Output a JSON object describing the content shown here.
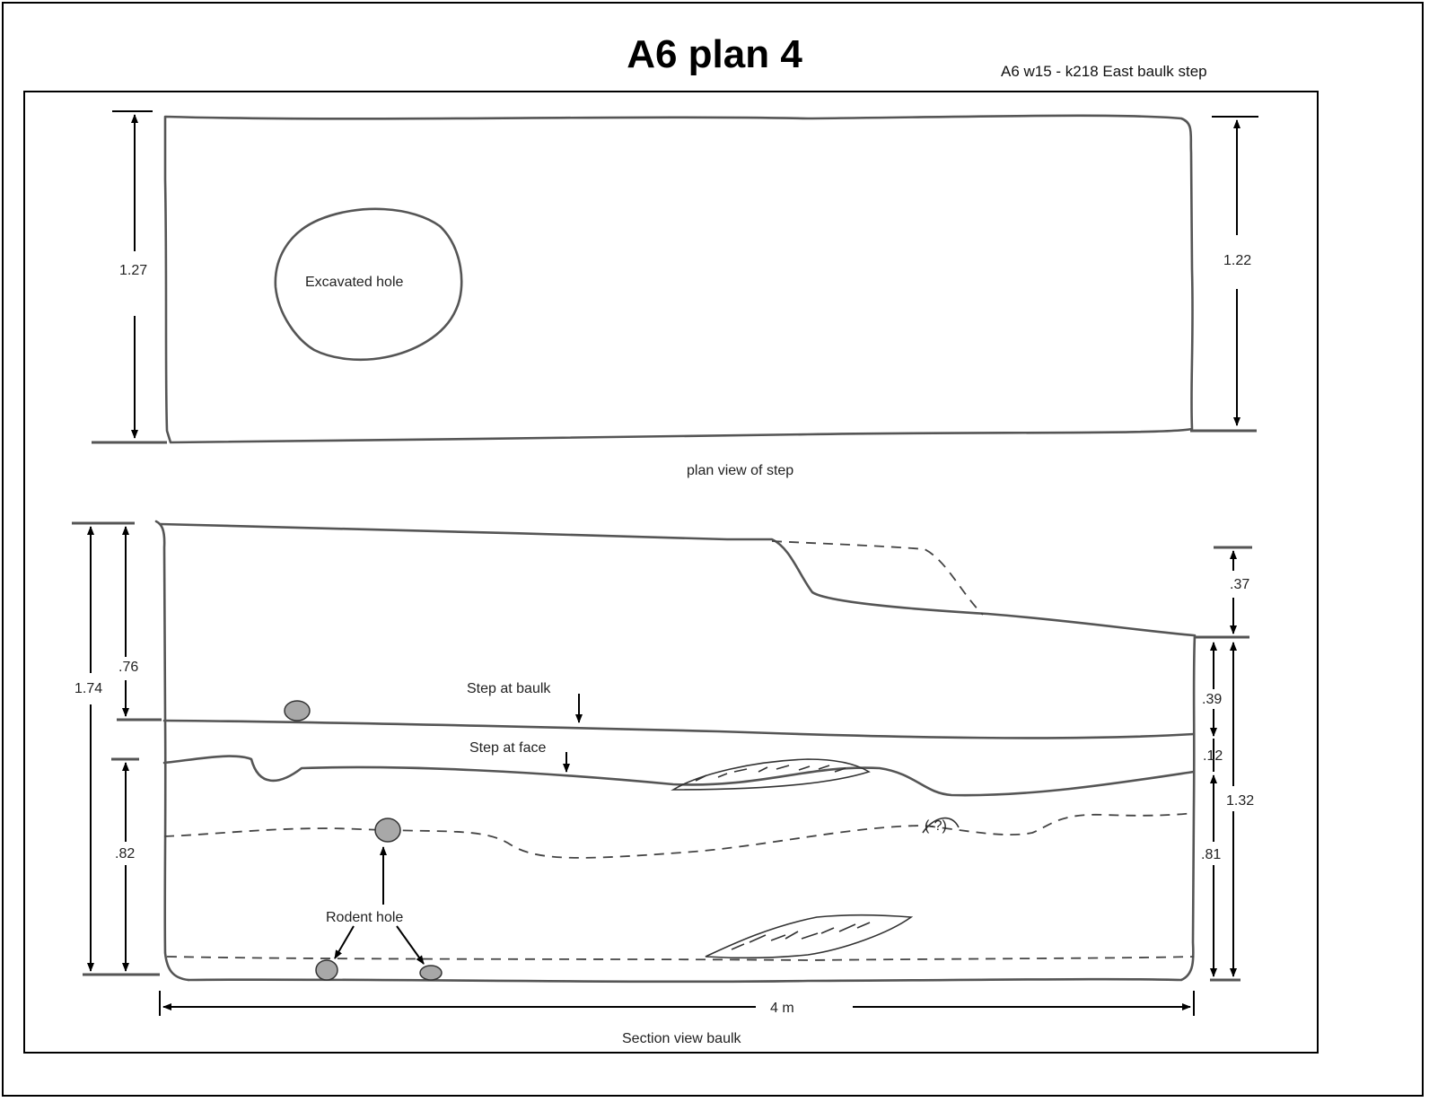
{
  "title": "A6 plan 4",
  "subtitle": "A6 w15 - k218 East baulk step",
  "plan_view": {
    "caption": "plan view of step",
    "hole_label": "Excavated hole",
    "left_height": "1.27",
    "right_height": "1.22"
  },
  "section_view": {
    "caption": "Section view baulk",
    "width_label": "4 m",
    "left_total": "1.74",
    "left_upper": ".76",
    "left_lower": ".82",
    "right_top": ".37",
    "right_upper": ".39",
    "right_step": ".12",
    "right_total": "1.32",
    "right_lower": ".81",
    "step_at_baulk": "Step at baulk",
    "step_at_face": "Step at face",
    "rodent_hole": "Rodent hole",
    "query_mark": "(-?)"
  }
}
